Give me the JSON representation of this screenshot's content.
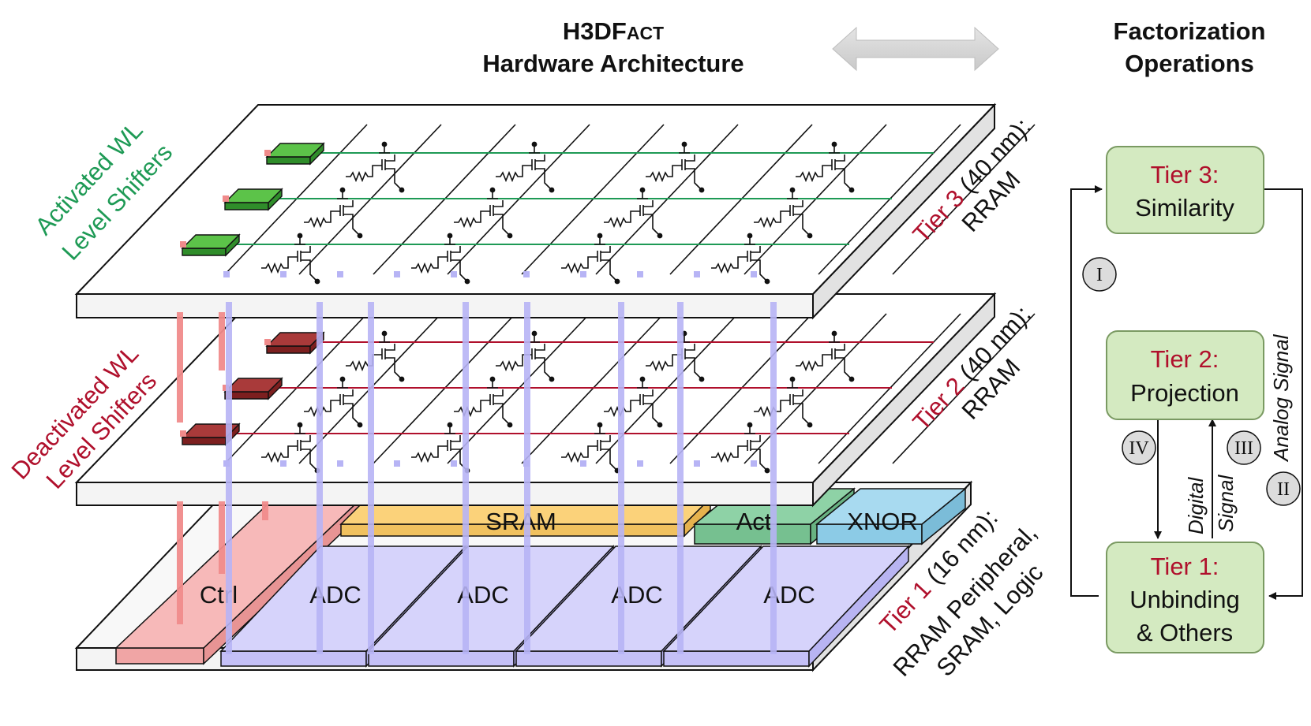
{
  "titles": {
    "arch_line1_main": "H3DF",
    "arch_line1_small": "ACT",
    "arch_line2": "Hardware Architecture",
    "ops_line1": "Factorization",
    "ops_line2": "Operations"
  },
  "side_labels": {
    "activated_line1": "Activated WL",
    "activated_line2": "Level Shifters",
    "deactivated_line1": "Deactivated WL",
    "deactivated_line2": "Level Shifters"
  },
  "tier_labels": {
    "tier3_name": "Tier 3",
    "tier3_node": " (40 nm):",
    "tier3_tech": "RRAM",
    "tier2_name": "Tier 2",
    "tier2_node": " (40 nm):",
    "tier2_tech": "RRAM",
    "tier1_name": "Tier 1",
    "tier1_node": " (16 nm):",
    "tier1_line2": "RRAM Peripheral,",
    "tier1_line3": "SRAM, Logic"
  },
  "blocks": {
    "sram": "SRAM",
    "act": "Act",
    "xnor": "XNOR",
    "ctrl": "Ctrl",
    "adc": [
      "ADC",
      "ADC",
      "ADC",
      "ADC"
    ]
  },
  "ops": {
    "tier3": {
      "title": "Tier 3:",
      "name": "Similarity"
    },
    "tier2": {
      "title": "Tier 2:",
      "name": "Projection"
    },
    "tier1": {
      "title": "Tier 1:",
      "name1": "Unbinding",
      "name2": "& Others"
    },
    "steps": [
      "I",
      "II",
      "III",
      "IV"
    ],
    "analog": "Analog Signal",
    "digital1": "Digital",
    "digital2": "Signal"
  },
  "colors": {
    "green": "#1e9a55",
    "red": "#b0102c",
    "box_fill": "#d4eac1",
    "box_stroke": "#7a9a62",
    "tsv_blue": "#b7b4f5",
    "tsv_red": "#f08b8b",
    "sram": "#fbd27a",
    "act": "#8ed2a6",
    "xnor": "#a8daf0",
    "ctrl": "#f7b9b9",
    "adc": "#d6d3fb"
  }
}
